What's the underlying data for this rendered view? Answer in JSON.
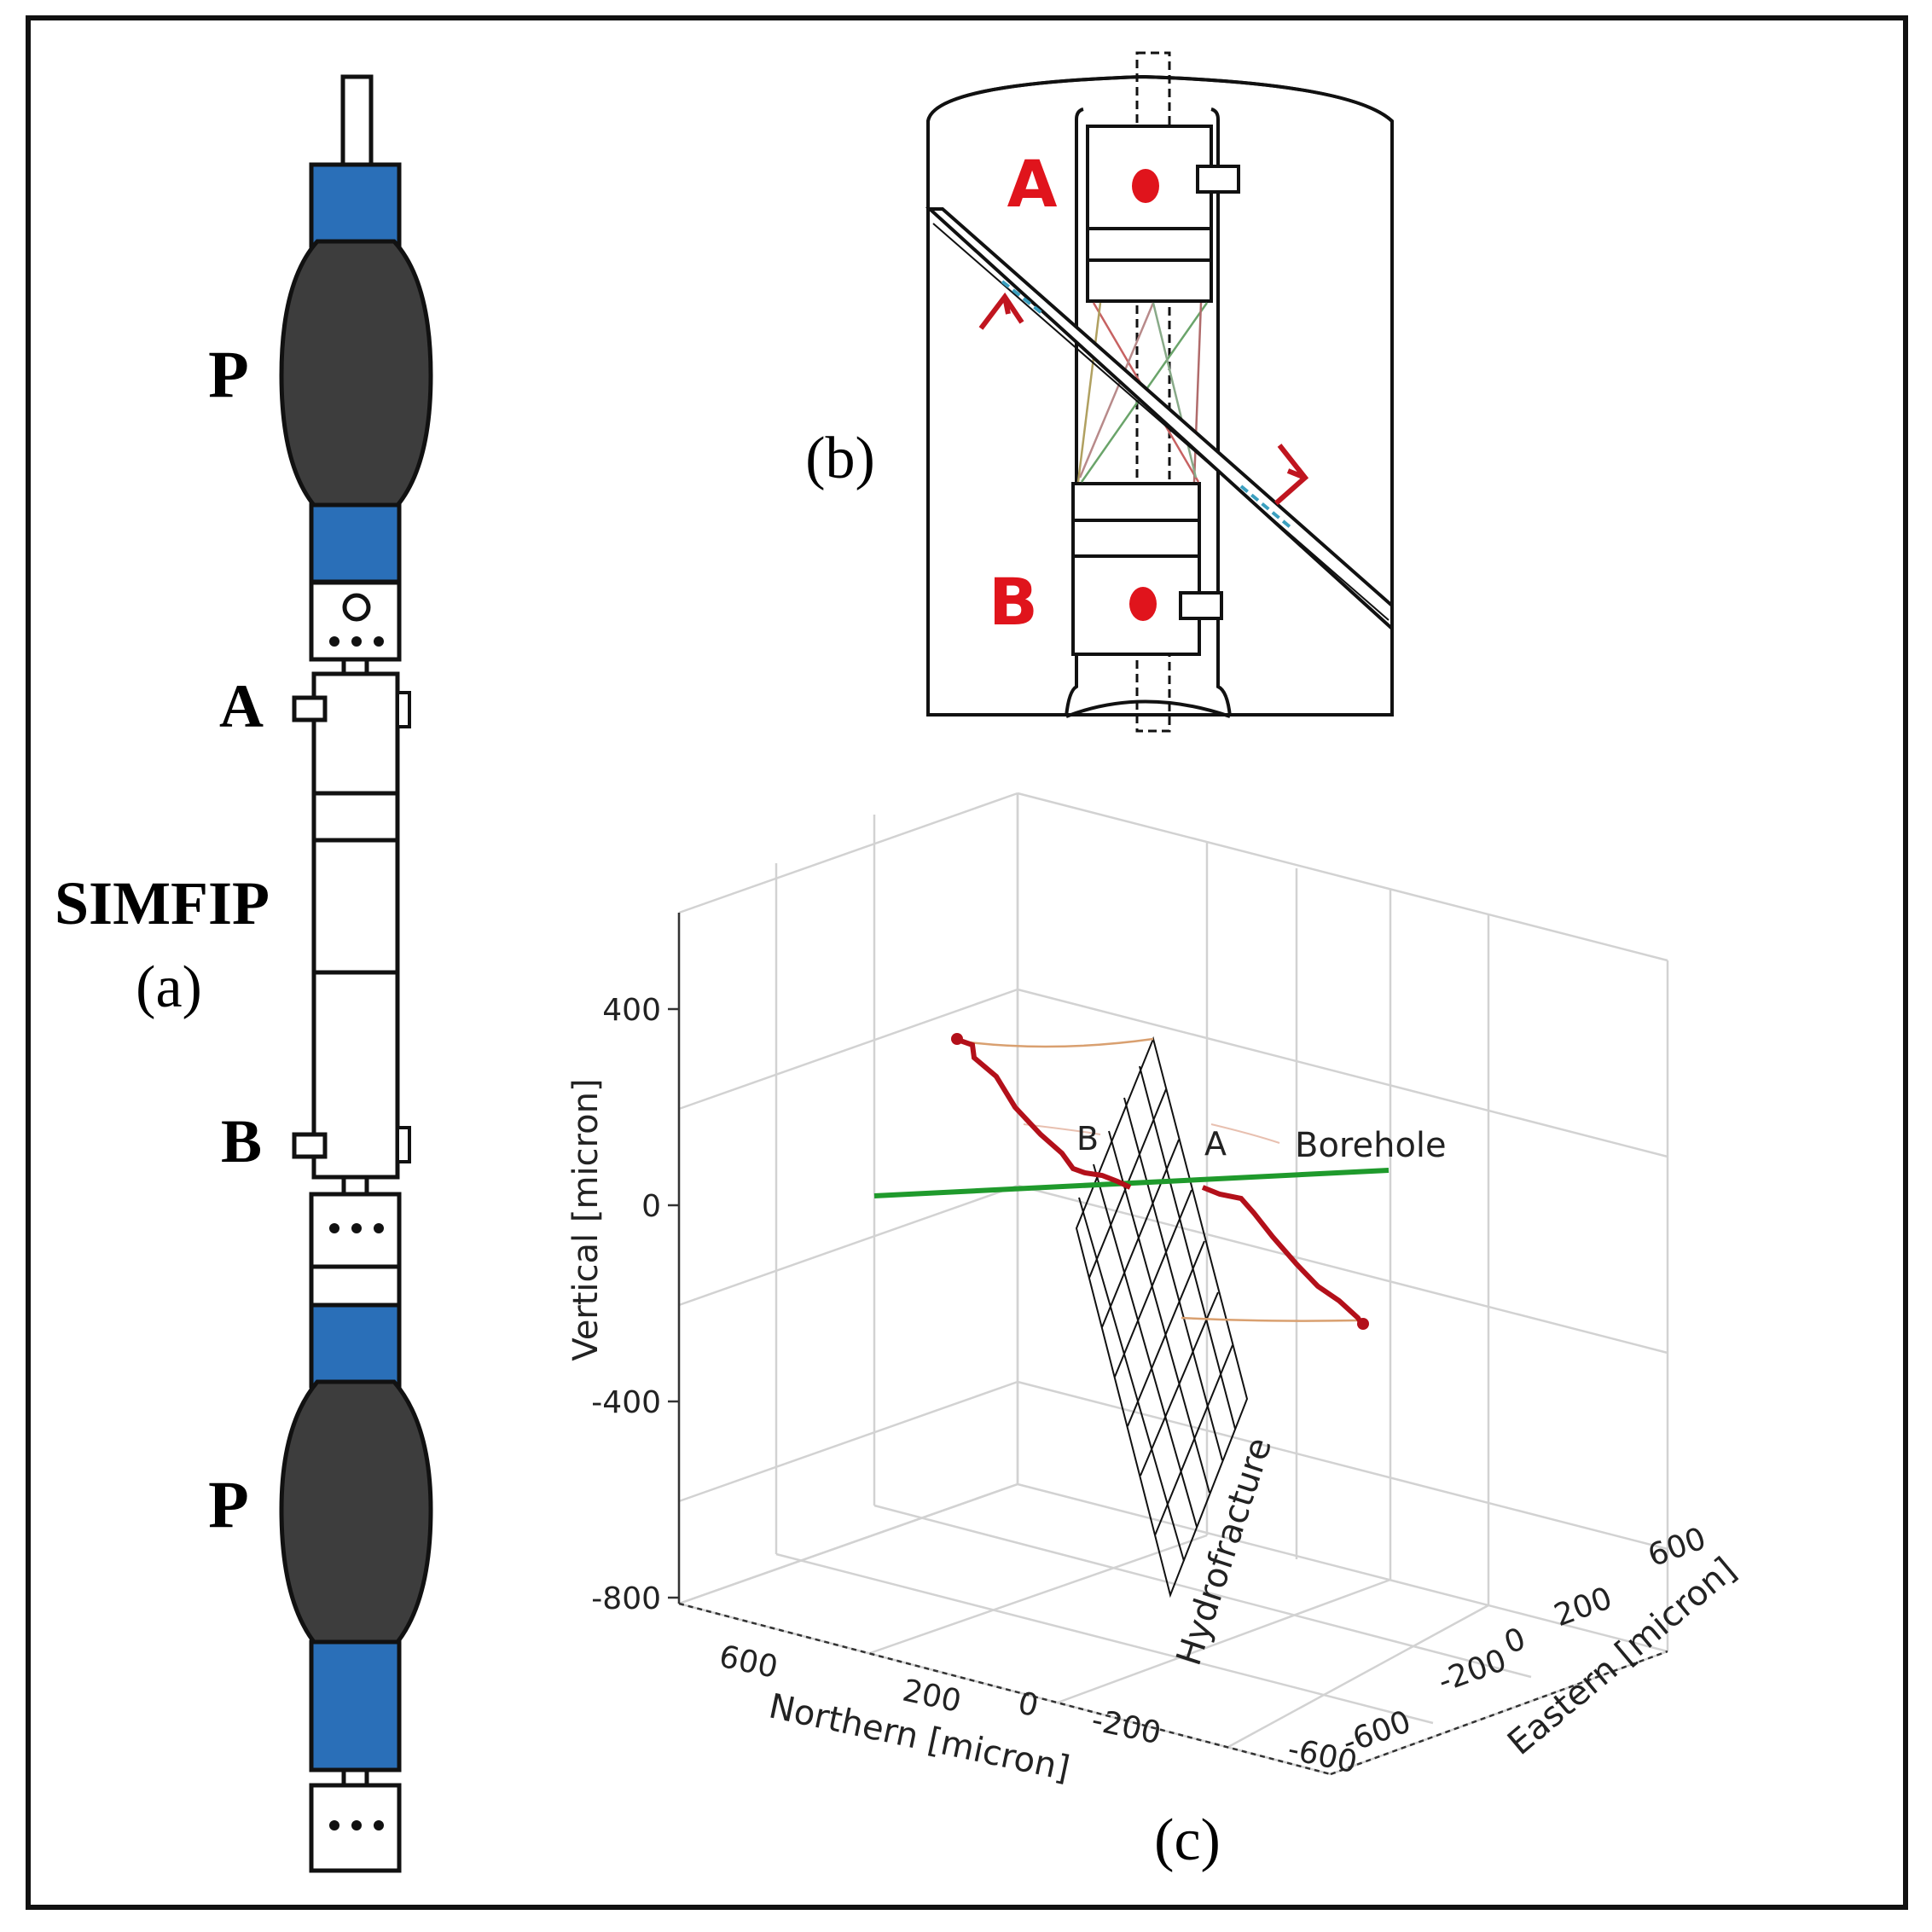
{
  "panel_a": {
    "letter": "(a)",
    "tool_label": "SIMFIP",
    "packer_top_label": "P",
    "packer_bottom_label": "P",
    "anchor_a_label": "A",
    "anchor_b_label": "B"
  },
  "panel_b": {
    "letter": "(b)",
    "anchor_a_label": "A",
    "anchor_b_label": "B"
  },
  "panel_c": {
    "letter": "(c)",
    "vertical_axis_label": "Vertical [micron]",
    "northern_axis_label": "Northern [micron]",
    "eastern_axis_label": "Eastern [micron]",
    "vertical_ticks": [
      "400",
      "0",
      "-400",
      "-800"
    ],
    "northern_ticks": [
      "600",
      "200",
      "0",
      "-200",
      "-600"
    ],
    "eastern_ticks": [
      "600",
      "200",
      "0",
      "-200",
      "-600"
    ],
    "borehole_label": "Borehole",
    "hydrofracture_label": "Hydrofracture",
    "point_a_label": "A",
    "point_b_label": "B"
  },
  "colors": {
    "packer_rubber": "#3d3d3d",
    "packer_mandrel": "#2a6fb8",
    "anchor_red": "#e0141c",
    "displacement_trace": "#b3101a",
    "borehole_line": "#1f9a2c",
    "projection_line": "#d9a070",
    "grid": "#d2d2d2"
  }
}
